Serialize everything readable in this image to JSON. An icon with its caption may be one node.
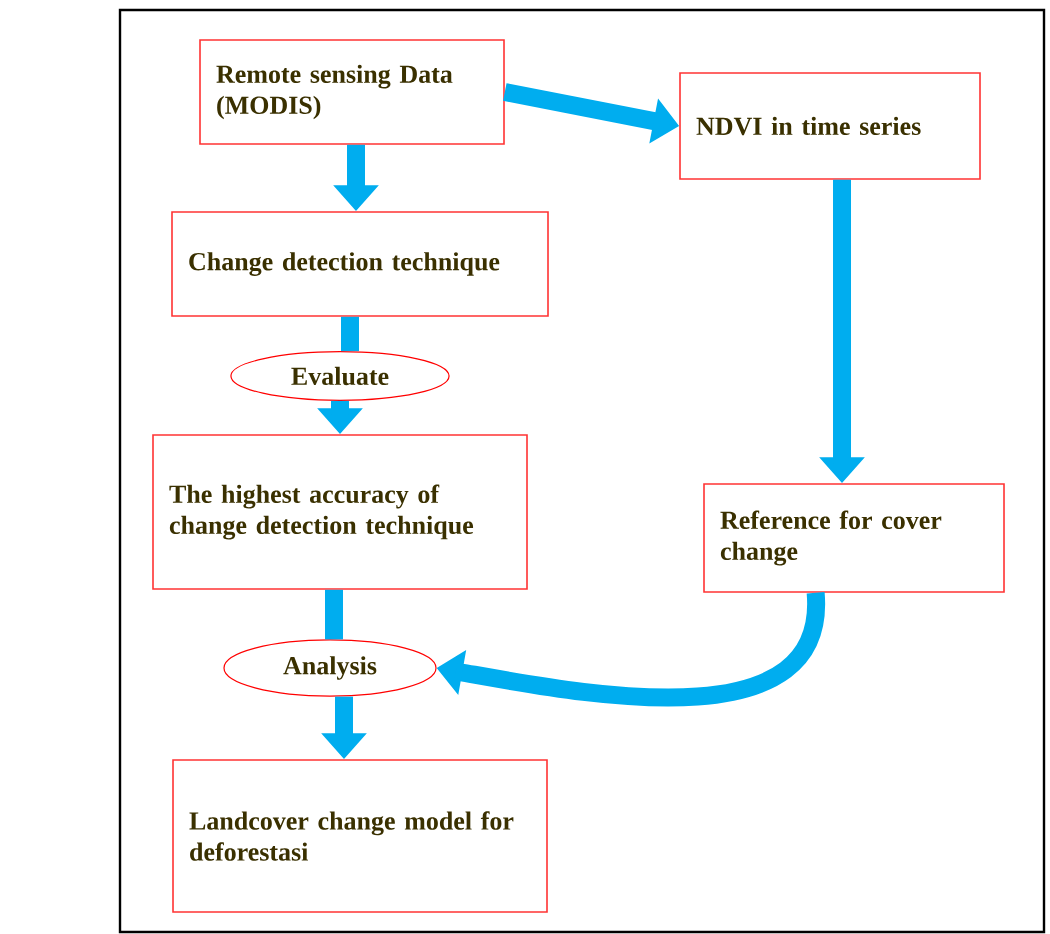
{
  "diagram": {
    "nodes": [
      {
        "text": [
          "Remote sensing Data (MODIS)"
        ]
      },
      {
        "text": [
          "NDVI in time series"
        ]
      },
      {
        "text": [
          "Change detection technique"
        ]
      },
      {
        "text": [
          "Evaluate"
        ]
      },
      {
        "text": [
          "The highest accuracy of change detection technique"
        ]
      },
      {
        "text": [
          "Reference for cover change"
        ]
      },
      {
        "text": [
          "Analysis"
        ]
      },
      {
        "text": [
          "Landcover change model for deforestasi"
        ]
      }
    ],
    "edges": [
      {
        "from": 0,
        "to": 1,
        "arrow": "to"
      },
      {
        "from": 0,
        "to": 2,
        "arrow": "to"
      },
      {
        "from": 2,
        "to": 3,
        "arrow": "none"
      },
      {
        "from": 3,
        "to": 4,
        "arrow": "to"
      },
      {
        "from": 1,
        "to": 5,
        "arrow": "to"
      },
      {
        "from": 4,
        "to": 6,
        "arrow": "none"
      },
      {
        "from": 6,
        "to": 7,
        "arrow": "to"
      },
      {
        "from": 5,
        "to": 6,
        "arrow": "to"
      }
    ]
  }
}
